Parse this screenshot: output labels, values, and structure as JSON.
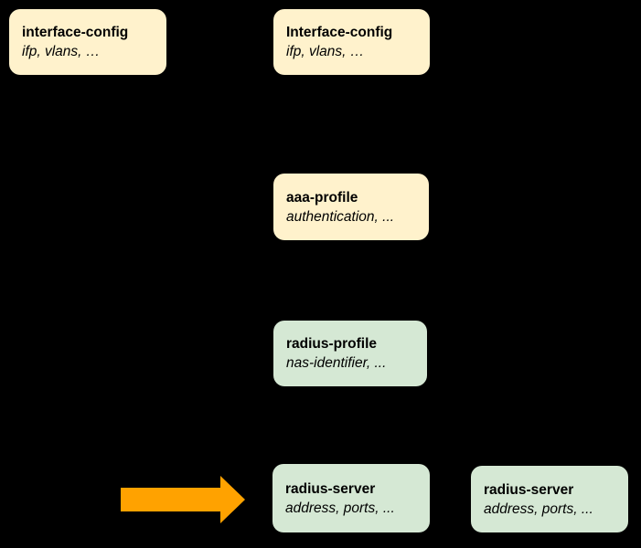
{
  "diagram": {
    "background": "#000000",
    "nodes": [
      {
        "id": "interface-config-left",
        "title": "interface-config",
        "subtitle": "ifp, vlans, …",
        "fill": "#FFF2CC"
      },
      {
        "id": "interface-config-mid",
        "title": "Interface-config",
        "subtitle": "ifp, vlans, …",
        "fill": "#FFF2CC"
      },
      {
        "id": "aaa-profile",
        "title": "aaa-profile",
        "subtitle": "authentication, ...",
        "fill": "#FFF2CC"
      },
      {
        "id": "radius-profile",
        "title": "radius-profile",
        "subtitle": "nas-identifier, ...",
        "fill": "#D5E8D4"
      },
      {
        "id": "radius-server-left",
        "title": "radius-server",
        "subtitle": "address, ports, ...",
        "fill": "#D5E8D4"
      },
      {
        "id": "radius-server-right",
        "title": "radius-server",
        "subtitle": "address, ports, ...",
        "fill": "#D5E8D4"
      }
    ],
    "arrow": {
      "name": "highlight-arrow",
      "color": "#FFA200"
    }
  }
}
